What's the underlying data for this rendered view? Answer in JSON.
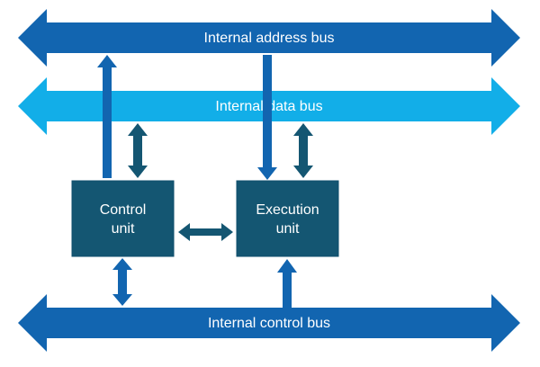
{
  "colors": {
    "address_bus": "#1265b0",
    "data_bus": "#12aee8",
    "control_bus": "#1265b0",
    "unit_fill": "#145672",
    "unit_border": "#0f4f6c",
    "connector_blue": "#1265b0",
    "connector_dark": "#145672",
    "background": "#ffffff"
  },
  "buses": {
    "address": {
      "label": "Internal address bus"
    },
    "data": {
      "label": "Internal data bus"
    },
    "control": {
      "label": "Internal control bus"
    }
  },
  "units": {
    "control": {
      "line1": "Control",
      "line2": "unit"
    },
    "execution": {
      "line1": "Execution",
      "line2": "unit"
    }
  },
  "connections": [
    {
      "from": "control-unit",
      "to": "address-bus",
      "direction": "up"
    },
    {
      "from": "address-bus",
      "to": "execution-unit",
      "direction": "down"
    },
    {
      "from": "control-unit",
      "to": "data-bus",
      "direction": "both"
    },
    {
      "from": "execution-unit",
      "to": "data-bus",
      "direction": "both"
    },
    {
      "from": "control-unit",
      "to": "execution-unit",
      "direction": "both"
    },
    {
      "from": "control-unit",
      "to": "control-bus",
      "direction": "both"
    },
    {
      "from": "control-bus",
      "to": "execution-unit",
      "direction": "up"
    }
  ]
}
